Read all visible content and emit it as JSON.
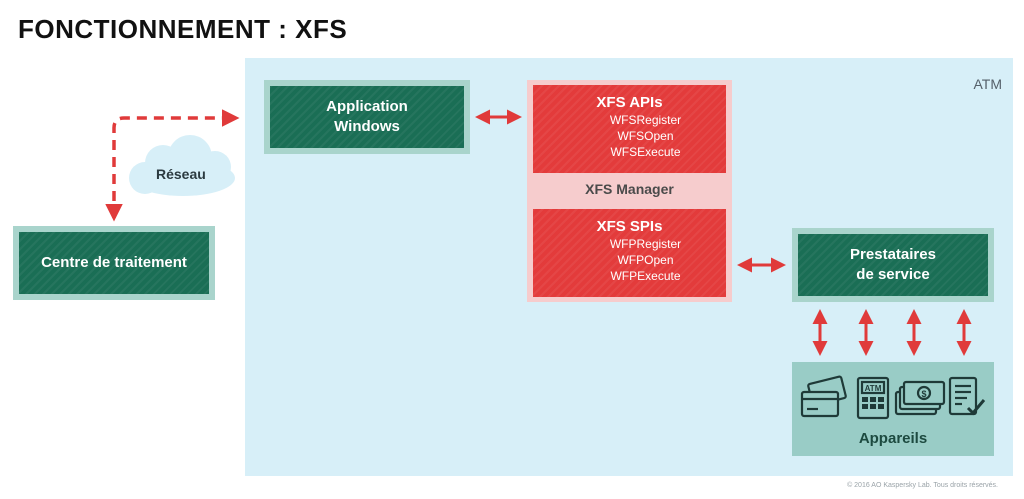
{
  "title": "FONCTIONNEMENT : XFS",
  "atm_label": "ATM",
  "app_windows": [
    "Application",
    "Windows"
  ],
  "network_label": "Réseau",
  "processing_center": "Centre de traitement",
  "xfs_apis": {
    "title": "XFS APIs",
    "items": [
      "WFSRegister",
      "WFSOpen",
      "WFSExecute"
    ]
  },
  "xfs_manager": "XFS Manager",
  "xfs_spis": {
    "title": "XFS SPIs",
    "items": [
      "WFPRegister",
      "WFPOpen",
      "WFPExecute"
    ]
  },
  "service_providers": [
    "Prestataires",
    "de service"
  ],
  "devices_label": "Appareils",
  "devices_icons": [
    "credit-cards-icon",
    "atm-icon",
    "banknotes-icon",
    "document-check-icon"
  ],
  "colors": {
    "green": "#1a6e55",
    "red": "#e33b3b",
    "atm_background": "#d7eff8",
    "arrow": "#e03a3a"
  },
  "copyright": "© 2016 AO Kaspersky Lab. Tous droits réservés."
}
